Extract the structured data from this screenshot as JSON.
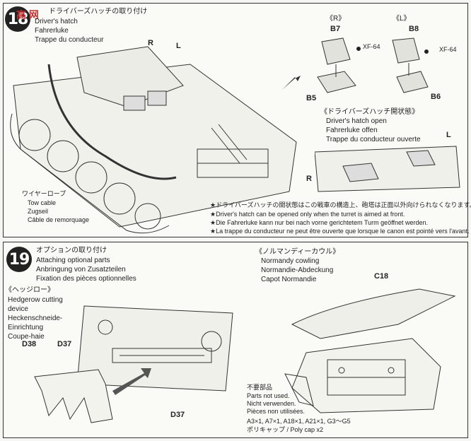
{
  "step18": {
    "title_jp": "ドライバーズハッチの取り付け",
    "title_en": "Driver's hatch",
    "title_de": "Fahrerluke",
    "title_fr": "Trappe du conducteur",
    "label_r": "R",
    "label_l": "L",
    "part_r_bracket": "《R》",
    "part_l_bracket": "《L》",
    "part_b7": "B7",
    "part_b8": "B8",
    "part_b5": "B5",
    "part_b6": "B6",
    "xf64_1": "XF-64",
    "xf64_2": "XF-64",
    "open_jp": "《ドライバーズハッチ開状態》",
    "open_en": "Driver's hatch open",
    "open_de": "Fahrerluke offen",
    "open_fr": "Trappe du conducteur ouverte",
    "open_r": "R",
    "open_l": "L",
    "cable_jp": "ワイヤーロープ",
    "cable_en": "Tow cable",
    "cable_de": "Zugseil",
    "cable_fr": "Câble de remorquage",
    "note_jp": "★ドライバーズハッチの開状態はこの戦車の構造上、砲塔は正面以外向けられなくなります。",
    "note_en": "★Driver's hatch can be opened only when the turret is aimed at front.",
    "note_de": "★Die Fahrerluke kann nur bei nach vorne gerichtetem Turm geöffnet werden.",
    "note_fr": "★La trappe du conducteur ne peut être ouverte que lorsque le canon est pointé vers l'avant."
  },
  "step19": {
    "number": "19",
    "title_jp": "オプションの取り付け",
    "title_en": "Attaching optional parts",
    "title_de": "Anbringung von Zusatzteilen",
    "title_fr": "Fixation des pièces optionnelles",
    "hedge_jp": "《ヘッジロー》",
    "hedge_en": "Hedgerow cutting",
    "hedge_en2": "device",
    "hedge_de": "Heckenschneide-",
    "hedge_de2": "Einrichtung",
    "hedge_fr": "Coupe-haie",
    "part_d38": "D38",
    "part_d37a": "D37",
    "part_d37b": "D37",
    "cowl_jp": "《ノルマンディーカウル》",
    "cowl_en": "Normandy cowling",
    "cowl_de": "Normandie-Abdeckung",
    "cowl_fr": "Capot Normandie",
    "part_c18": "C18",
    "unused_jp": "不要部品",
    "unused_en": "Parts not used.",
    "unused_de": "Nicht verwenden.",
    "unused_fr": "Pièces non utilisées.",
    "unused_list": "A3×1, A7×1, A18×1, A21×1, G3～G5",
    "polycap": "ポリキャップ / Poly cap x2"
  },
  "watermark": "高 网"
}
